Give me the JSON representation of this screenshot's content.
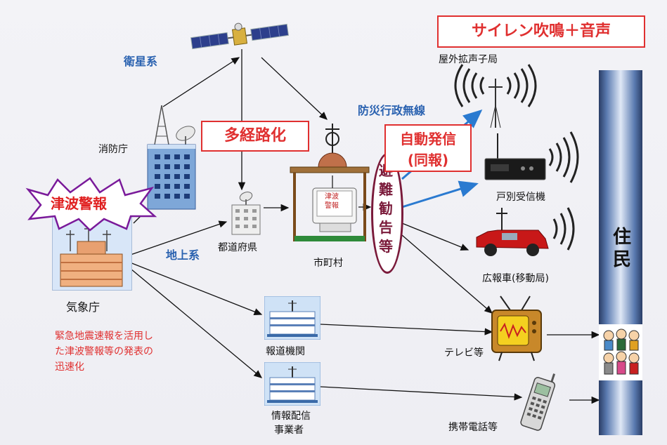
{
  "labels": {
    "satellite_system": "衛星系",
    "ground_system": "地上系",
    "disaster_radio": "防災行政無線",
    "fire_agency": "消防庁",
    "prefecture": "都道府県",
    "municipality": "市町村",
    "jma": "気象庁",
    "outdoor_speaker": "屋外拡声子局",
    "home_receiver": "戸別受信機",
    "pr_vehicle": "広報車(移動局)",
    "tv": "テレビ等",
    "mobile": "携帯電話等",
    "news_media": "報道機関",
    "info_provider_line1": "情報配信",
    "info_provider_line2": "事業者",
    "residents": "住民",
    "tsunami_warning": "津波警報",
    "monitor_text": "津波\n警報",
    "evacuation": "避難勧告等",
    "note_line1": "緊急地震速報を活用し",
    "note_line2": "た津波警報等の発表の",
    "note_line3": "迅速化"
  },
  "boxes": {
    "multi_route": "多経路化",
    "auto_send_line1": "自動発信",
    "auto_send_line2": "(同報)",
    "siren": "サイレン吹鳴＋音声"
  },
  "colors": {
    "accent_red": "#e03030",
    "accent_blue": "#2a62b0",
    "evac_purple": "#7a1a3a"
  }
}
